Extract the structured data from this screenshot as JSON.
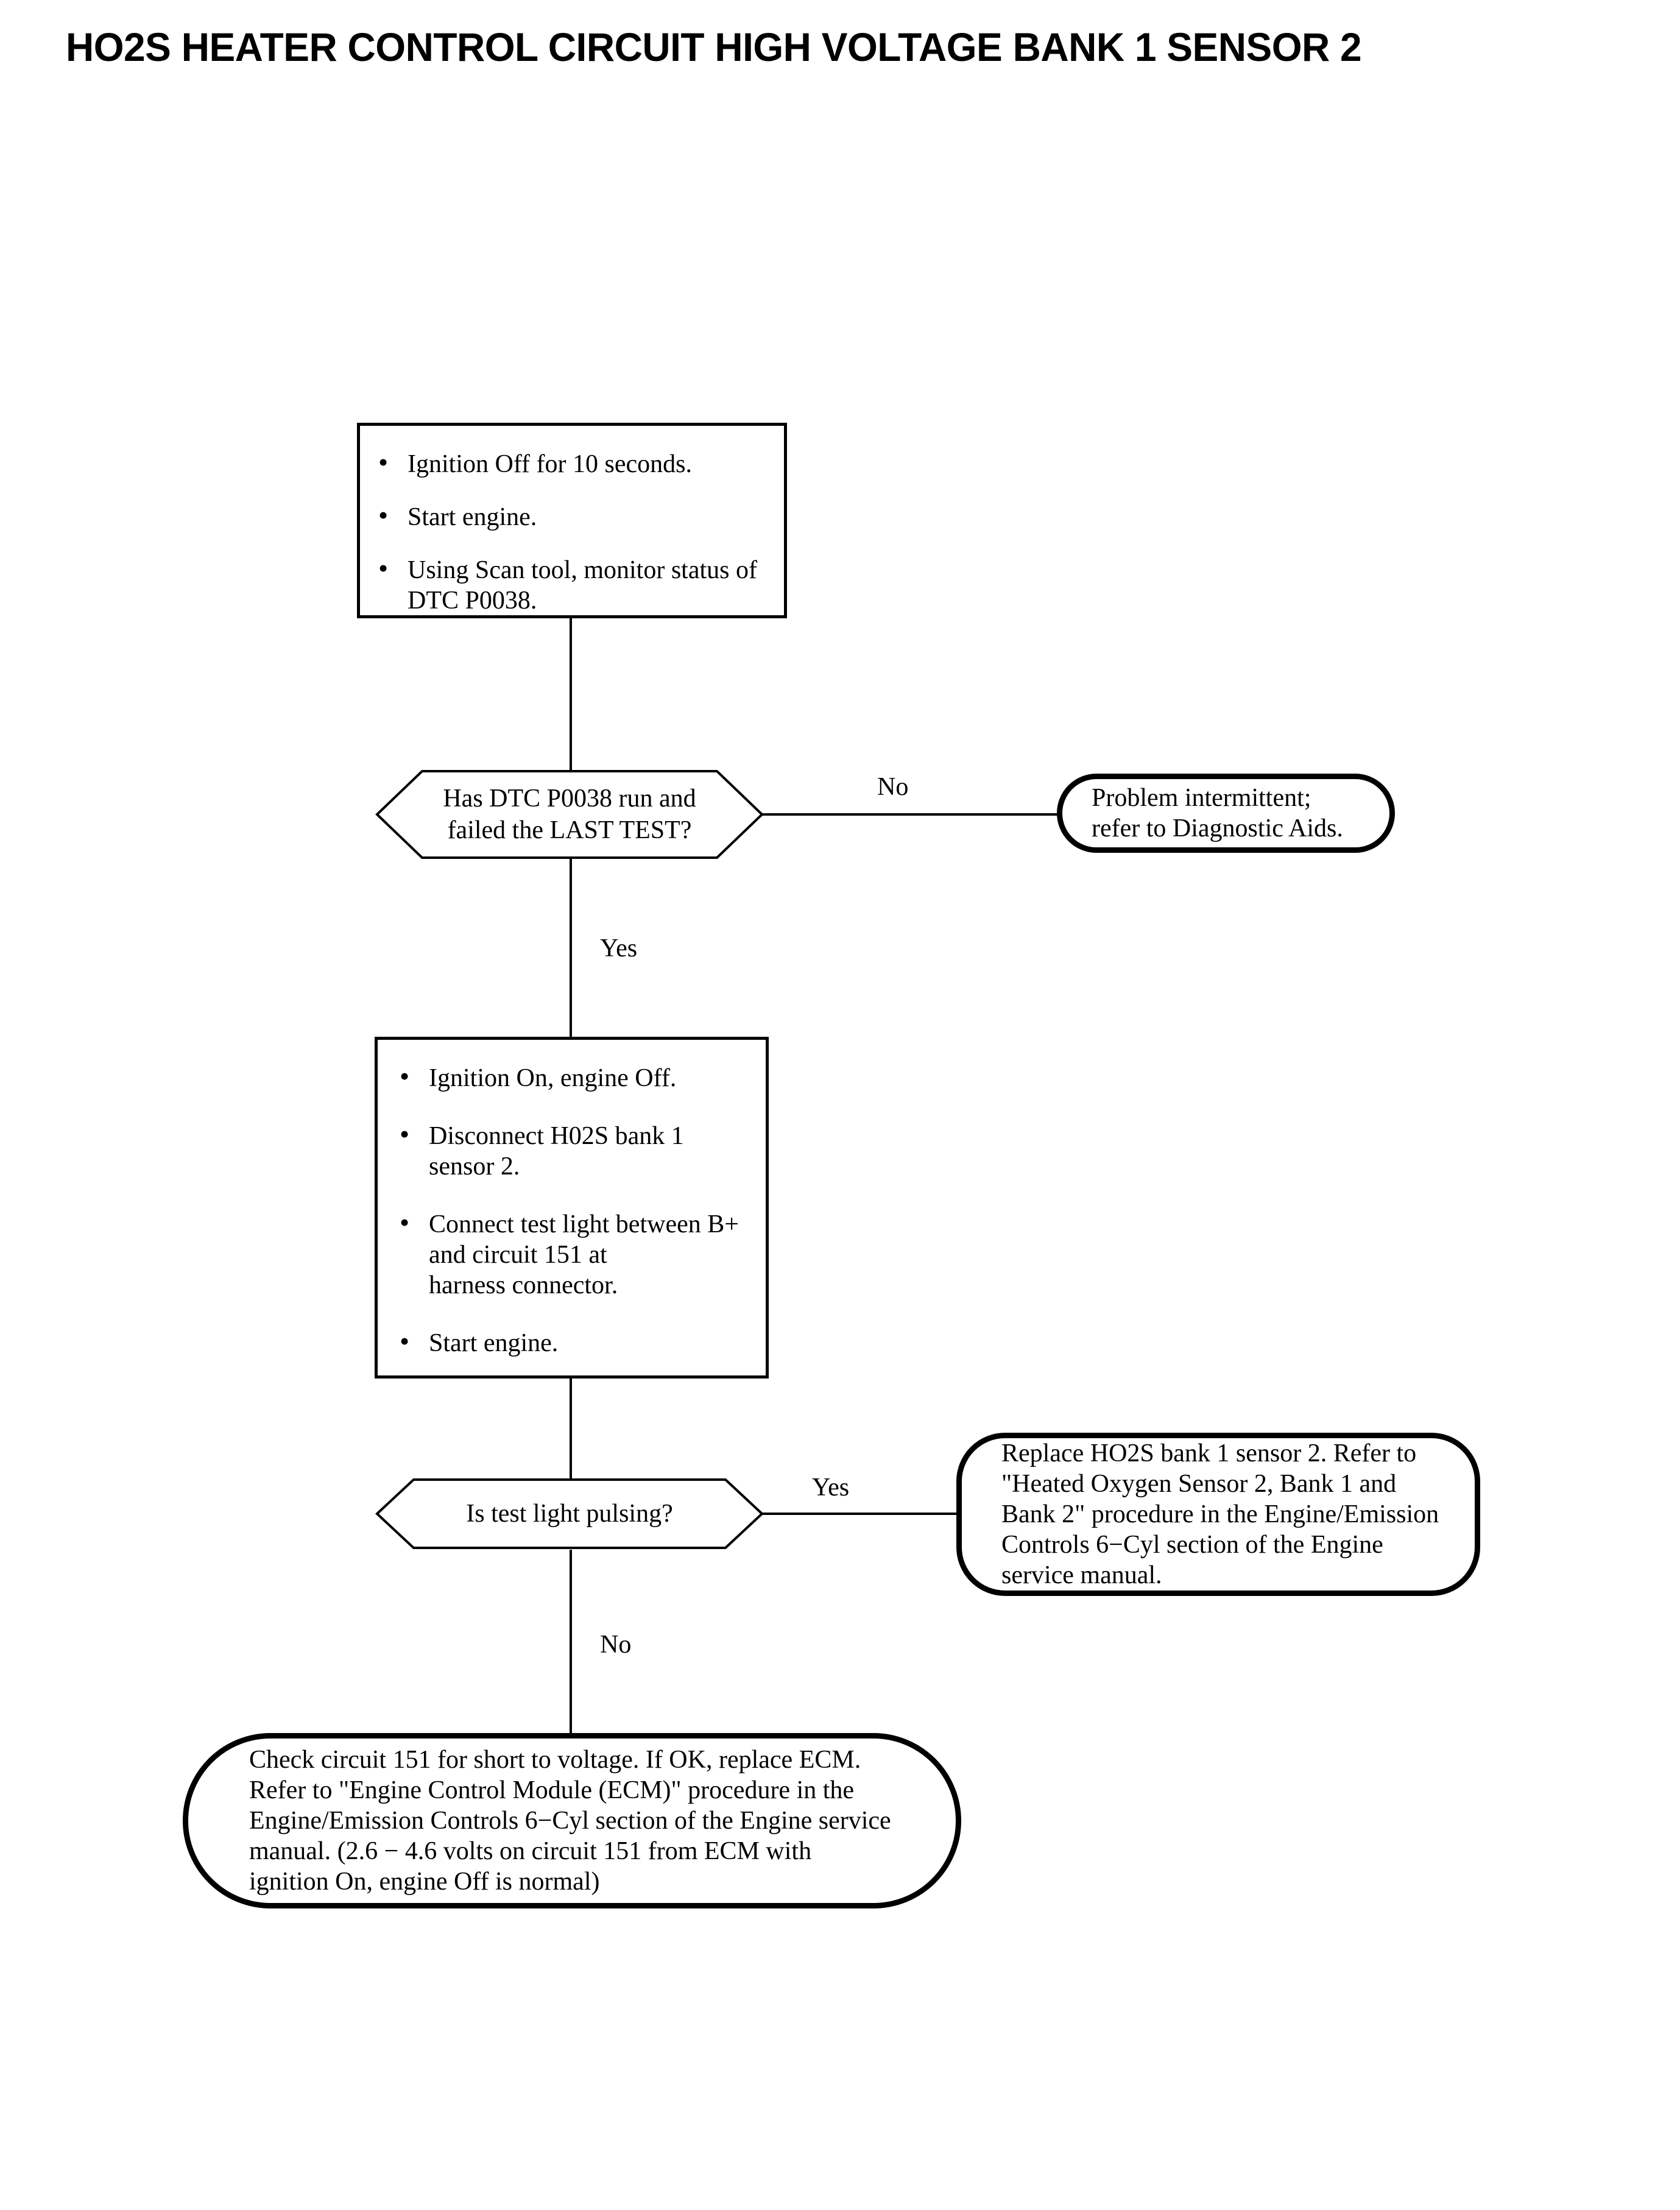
{
  "title": "HO2S HEATER CONTROL CIRCUIT HIGH VOLTAGE BANK 1 SENSOR 2",
  "colors": {
    "ink": "#000000",
    "paper": "#ffffff"
  },
  "flowchart": {
    "type": "diagnostic-flowchart",
    "step1": {
      "shape": "rectangle",
      "bullets": [
        {
          "lines": [
            "Ignition Off for 10 seconds."
          ]
        },
        {
          "lines": [
            "Start engine."
          ]
        },
        {
          "lines": [
            "Using Scan tool, monitor status of",
            "DTC P0038."
          ]
        }
      ]
    },
    "decision1": {
      "shape": "hexagon",
      "lines": [
        "Has DTC P0038 run and",
        "failed the LAST TEST?"
      ],
      "branch_no_label": "No",
      "branch_yes_label": "Yes"
    },
    "terminal1": {
      "shape": "stadium",
      "lines": [
        "Problem intermittent;",
        "refer to Diagnostic Aids."
      ]
    },
    "step2": {
      "shape": "rectangle",
      "bullets": [
        {
          "lines": [
            "Ignition On, engine Off."
          ]
        },
        {
          "lines": [
            "Disconnect H02S bank 1",
            "sensor 2."
          ]
        },
        {
          "lines": [
            "Connect test light between B+",
            "and circuit 151 at",
            "harness connector."
          ]
        },
        {
          "lines": [
            "Start engine."
          ]
        }
      ]
    },
    "decision2": {
      "shape": "hexagon",
      "lines": [
        "Is test light pulsing?"
      ],
      "branch_yes_label": "Yes",
      "branch_no_label": "No"
    },
    "terminal2": {
      "shape": "stadium",
      "lines": [
        "Replace HO2S bank 1 sensor 2. Refer to",
        "\"Heated Oxygen Sensor 2, Bank 1 and",
        "Bank 2\" procedure in the Engine/Emission",
        "Controls 6−Cyl section of the Engine",
        "service manual."
      ]
    },
    "terminal3": {
      "shape": "stadium",
      "lines": [
        "Check circuit 151 for short to voltage. If OK, replace ECM.",
        "Refer to \"Engine Control Module (ECM)\" procedure in the",
        "Engine/Emission Controls 6−Cyl section of the Engine service",
        "manual. (2.6 − 4.6 volts on circuit 151 from ECM with",
        "ignition On, engine Off is normal)"
      ]
    }
  }
}
